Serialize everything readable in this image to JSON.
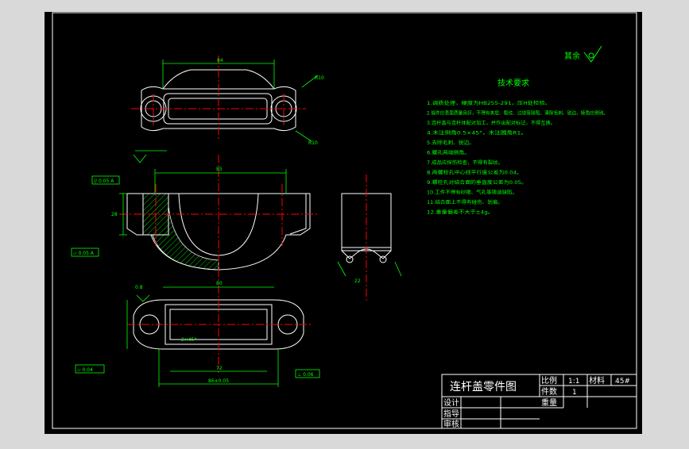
{
  "colors": {
    "background": "#000000",
    "frame": "#ffffff",
    "outline": "#ffffff",
    "dimension": "#00ff00",
    "centerline": "#ff0000",
    "hatch": "#00ff00",
    "text": "#00ff00",
    "page": "#d9d9d9"
  },
  "roughness_note": "其余",
  "technical_requirements": {
    "title": "技术要求",
    "items": [
      "1.调质处理，硬度为HB255-291，压H处检验。",
      "2.锻件应表面质量良好，不得有夹层、裂纹、过烧等缺陷，清除毛刺、锐边，棱角应倒钝。",
      "3.连杆盖与连杆体配对加工，并作出配对标记，不得互换。",
      "4.未注倒角0.5×45°，未注圆角R1。",
      "5.去除毛刺、锐边。",
      "6.螺孔两端倒角。",
      "7.成品应探伤检查，不得有裂纹。",
      "8.两螺栓孔中心线平行度公差为0.04。",
      "9.螺栓孔对结合面的垂直度公差为0.05。",
      "10.工件不得有砂眼、气孔等铸造缺陷。",
      "11.结合面上不得有碰伤、划痕。",
      "12.重量偏差不大于±4g。"
    ]
  },
  "title_block": {
    "drawing_title": "连杆盖零件图",
    "scale_label": "比例",
    "scale_value": "1:1",
    "material_label": "材料",
    "material_value": "45#",
    "quantity_label": "件数",
    "quantity_value": "1",
    "weight_label": "重量",
    "design_label": "设计",
    "guide_label": "指导",
    "review_label": "审核"
  },
  "dimensions": {
    "top_width": "84",
    "top_radius": "R10",
    "top_radius2": "R10",
    "section_width": "85",
    "section_height": "28",
    "bottom_width": "80",
    "bottom_inner": "72",
    "bottom_overall": "86±0.05",
    "side_depth": "22",
    "chamfer": "2×45°",
    "bottom_chamfer_note": "0.8",
    "parallel_box": "// 0.05 A",
    "flat_box": "▱ 0.05 A",
    "perp_box": "⊥ 0.06",
    "flat_box2": "▱ 0.04"
  }
}
